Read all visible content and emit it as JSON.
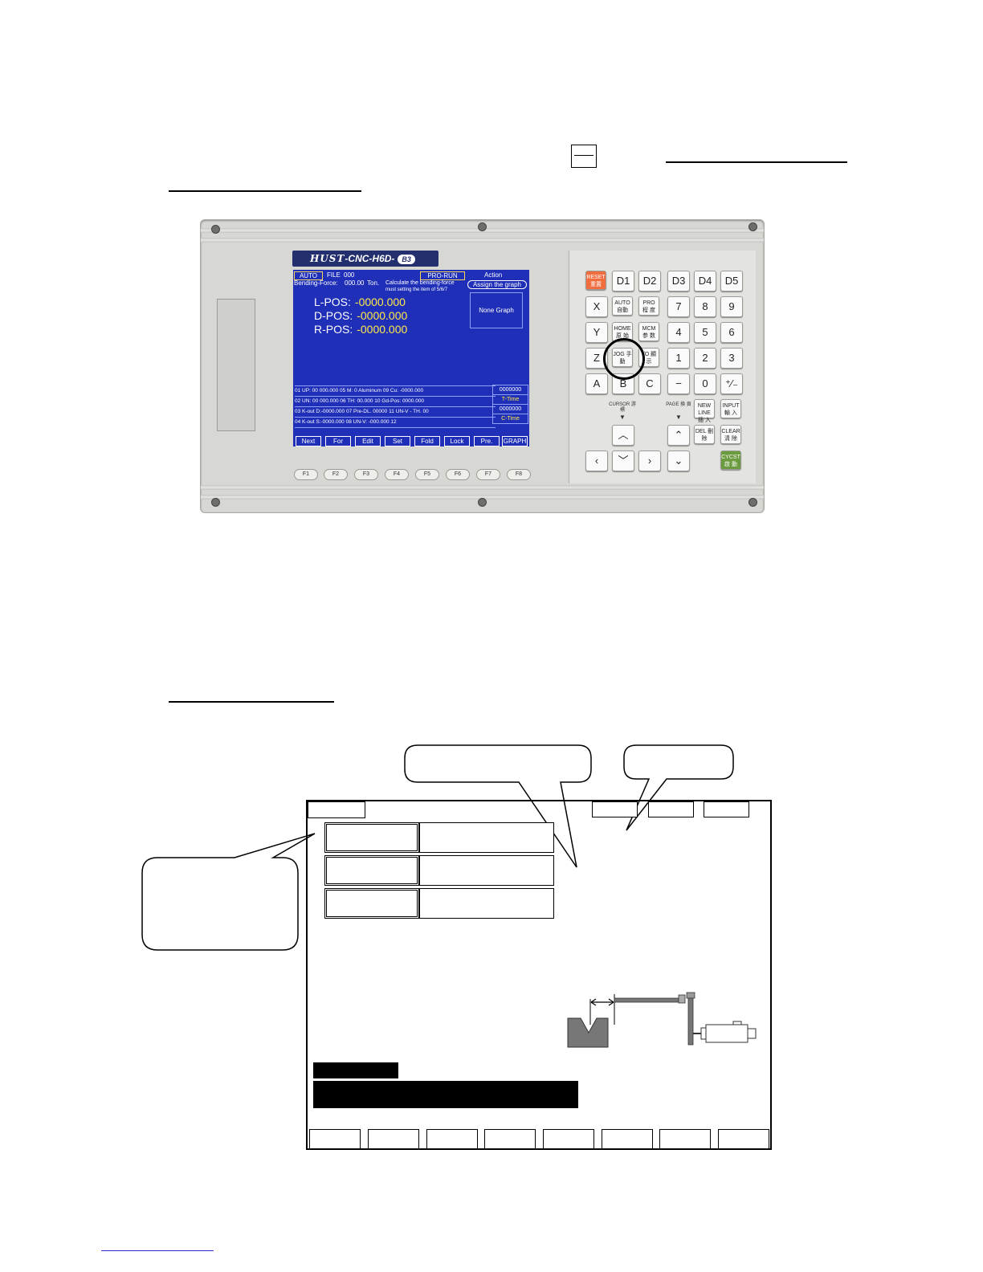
{
  "controller": {
    "brand": {
      "logo": "HUST",
      "model": "-CNC-H6D-",
      "badge": "B3"
    },
    "screen": {
      "mode": "AUTO",
      "file_label": "FILE",
      "file_no": "000",
      "run_mode": "PRO-RUN",
      "action_label": "Action",
      "assign_graph": "Assign the graph",
      "bending_force_label": "Bending-Force:",
      "bending_force_value": "000.00",
      "bending_force_unit": "Ton.",
      "calc_note_1": "Calculate the bending-force",
      "calc_note_2": "must setting the item of 5/6/7",
      "positions": [
        {
          "label": "L-POS:",
          "value": "-0000.000"
        },
        {
          "label": "D-POS:",
          "value": "-0000.000"
        },
        {
          "label": "R-POS:",
          "value": "-0000.000"
        }
      ],
      "graph_text": "None Graph",
      "table_rows": [
        "01 UP: 00 000.000 05 M: 0 Aluminum 09 Cu: -0000.000",
        "02 UN: 00 000.000 06 TH: 00.000 10 Gd-Pos: 0000.000",
        "03 K-out D:-0000.000 07 Pre-DL. 00000 11 UN-V - TH. 00",
        "04 K-out S:-0000.000 08 UN-V: -000.000 12"
      ],
      "counters": [
        {
          "value": "0000000",
          "label": "T-Time"
        },
        {
          "value": "0000000",
          "label": "C-Time"
        }
      ],
      "softkeys": [
        "Next",
        "For",
        "Edit",
        "Set",
        "Fold",
        "Lock",
        "Pre.",
        "GRAPH"
      ]
    },
    "function_buttons": [
      "F1",
      "F2",
      "F3",
      "F4",
      "F5",
      "F6",
      "F7",
      "F8"
    ],
    "keypad": {
      "row1": [
        "RESET 重置",
        "D1",
        "D2",
        "D3",
        "D4",
        "D5"
      ],
      "row2": [
        "X",
        "AUTO 自動",
        "PRO 程 度",
        "7",
        "8",
        "9"
      ],
      "row3": [
        "Y",
        "HOME 原 始",
        "MCM 参 数",
        "4",
        "5",
        "6"
      ],
      "row4": [
        "Z",
        "JOG 手動",
        "I/O 顯 示",
        "1",
        "2",
        "3"
      ],
      "row5": [
        "A",
        "B",
        "C",
        "−",
        "0",
        "⁺⁄₋"
      ],
      "row6": [
        "NEW LINE 插 入",
        "INPUT 輸 入"
      ],
      "row7": [
        "DEL 刪 除",
        "CLEAR 清 除"
      ],
      "cycst": "CYCST 啟 動",
      "cursor_label": "CURSOR 游 標",
      "page_label": "PAGE 換 頁",
      "highlighted_key": "JOG 手動"
    }
  }
}
